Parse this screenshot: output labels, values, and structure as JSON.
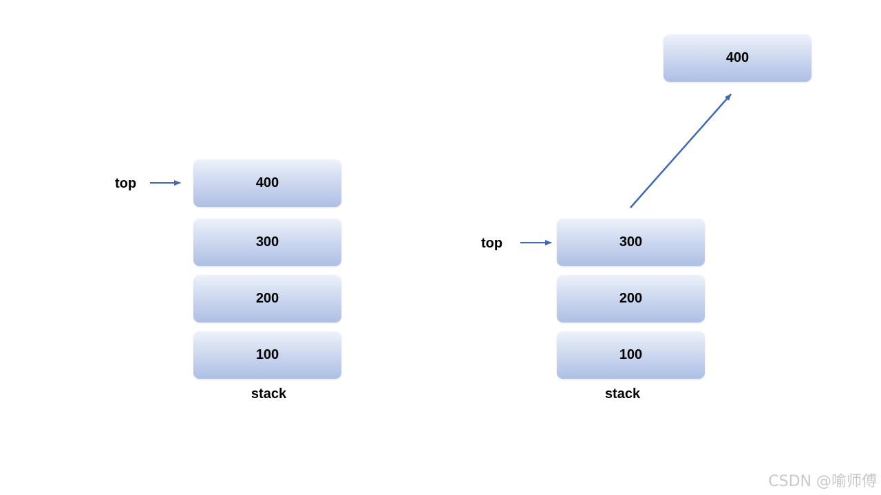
{
  "colors": {
    "box_gradient_top": "#eef2fa",
    "box_gradient_bottom": "#aebfe5",
    "arrow": "#3f68b8",
    "watermark": "#c8c8c8"
  },
  "left_diagram": {
    "pointer_label": "top",
    "items": [
      "400",
      "300",
      "200",
      "100"
    ],
    "stack_label": "stack"
  },
  "right_diagram": {
    "pointer_label": "top",
    "items": [
      "300",
      "200",
      "100"
    ],
    "popped_item": "400",
    "stack_label": "stack"
  },
  "watermark": "CSDN @喻师傅"
}
